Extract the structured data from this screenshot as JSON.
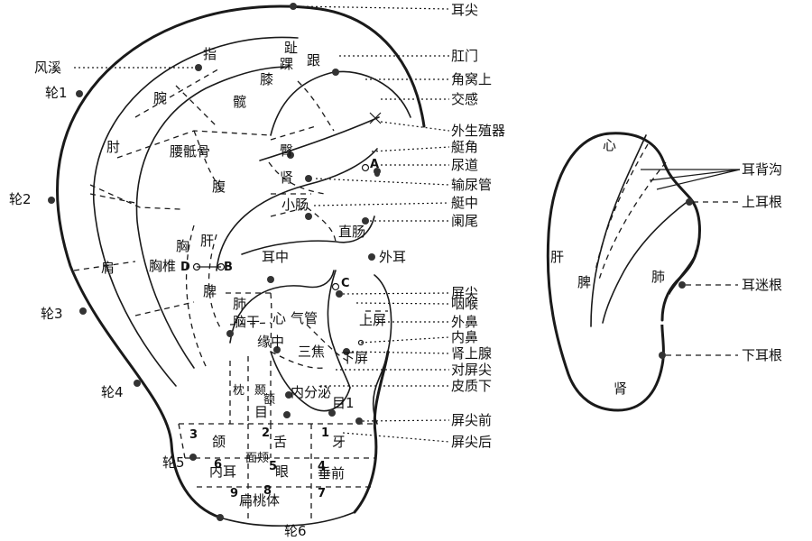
{
  "right_labels": [
    "耳尖",
    "肛门",
    "角窝上",
    "交感",
    "外生殖器",
    "艇角",
    "尿道",
    "输尿管",
    "艇中",
    "阑尾",
    "屏尖",
    "咽喉",
    "外鼻",
    "内鼻",
    "肾上腺",
    "对屏尖",
    "皮质下",
    "屏尖前",
    "屏尖后"
  ],
  "left_labels": [
    "风溪",
    "轮1",
    "轮2",
    "轮3",
    "轮4",
    "轮5",
    "轮6"
  ],
  "front_labels": [
    "指",
    "趾",
    "踝",
    "跟",
    "膝",
    "腕",
    "髋",
    "肘",
    "腰骶骨",
    "臀",
    "肾",
    "腹",
    "小肠",
    "肝",
    "胸",
    "胸椎",
    "直肠",
    "耳中",
    "外耳",
    "肩",
    "脾",
    "肺",
    "心",
    "气管",
    "脑干",
    "缘中",
    "三焦",
    "内分泌",
    "上屏",
    "下屏",
    "枕",
    "颞",
    "额",
    "目",
    "目1",
    "颌",
    "舌",
    "牙",
    "面颊",
    "内耳",
    "眼",
    "垂前",
    "扁桃体"
  ],
  "letters": [
    "A",
    "B",
    "C",
    "D"
  ],
  "numbers": [
    "1",
    "2",
    "3",
    "4",
    "5",
    "6",
    "7",
    "8",
    "9"
  ],
  "back_labels": [
    "心",
    "肝",
    "脾",
    "肺",
    "肾",
    "耳背沟",
    "上耳根",
    "耳迷根",
    "下耳根"
  ]
}
